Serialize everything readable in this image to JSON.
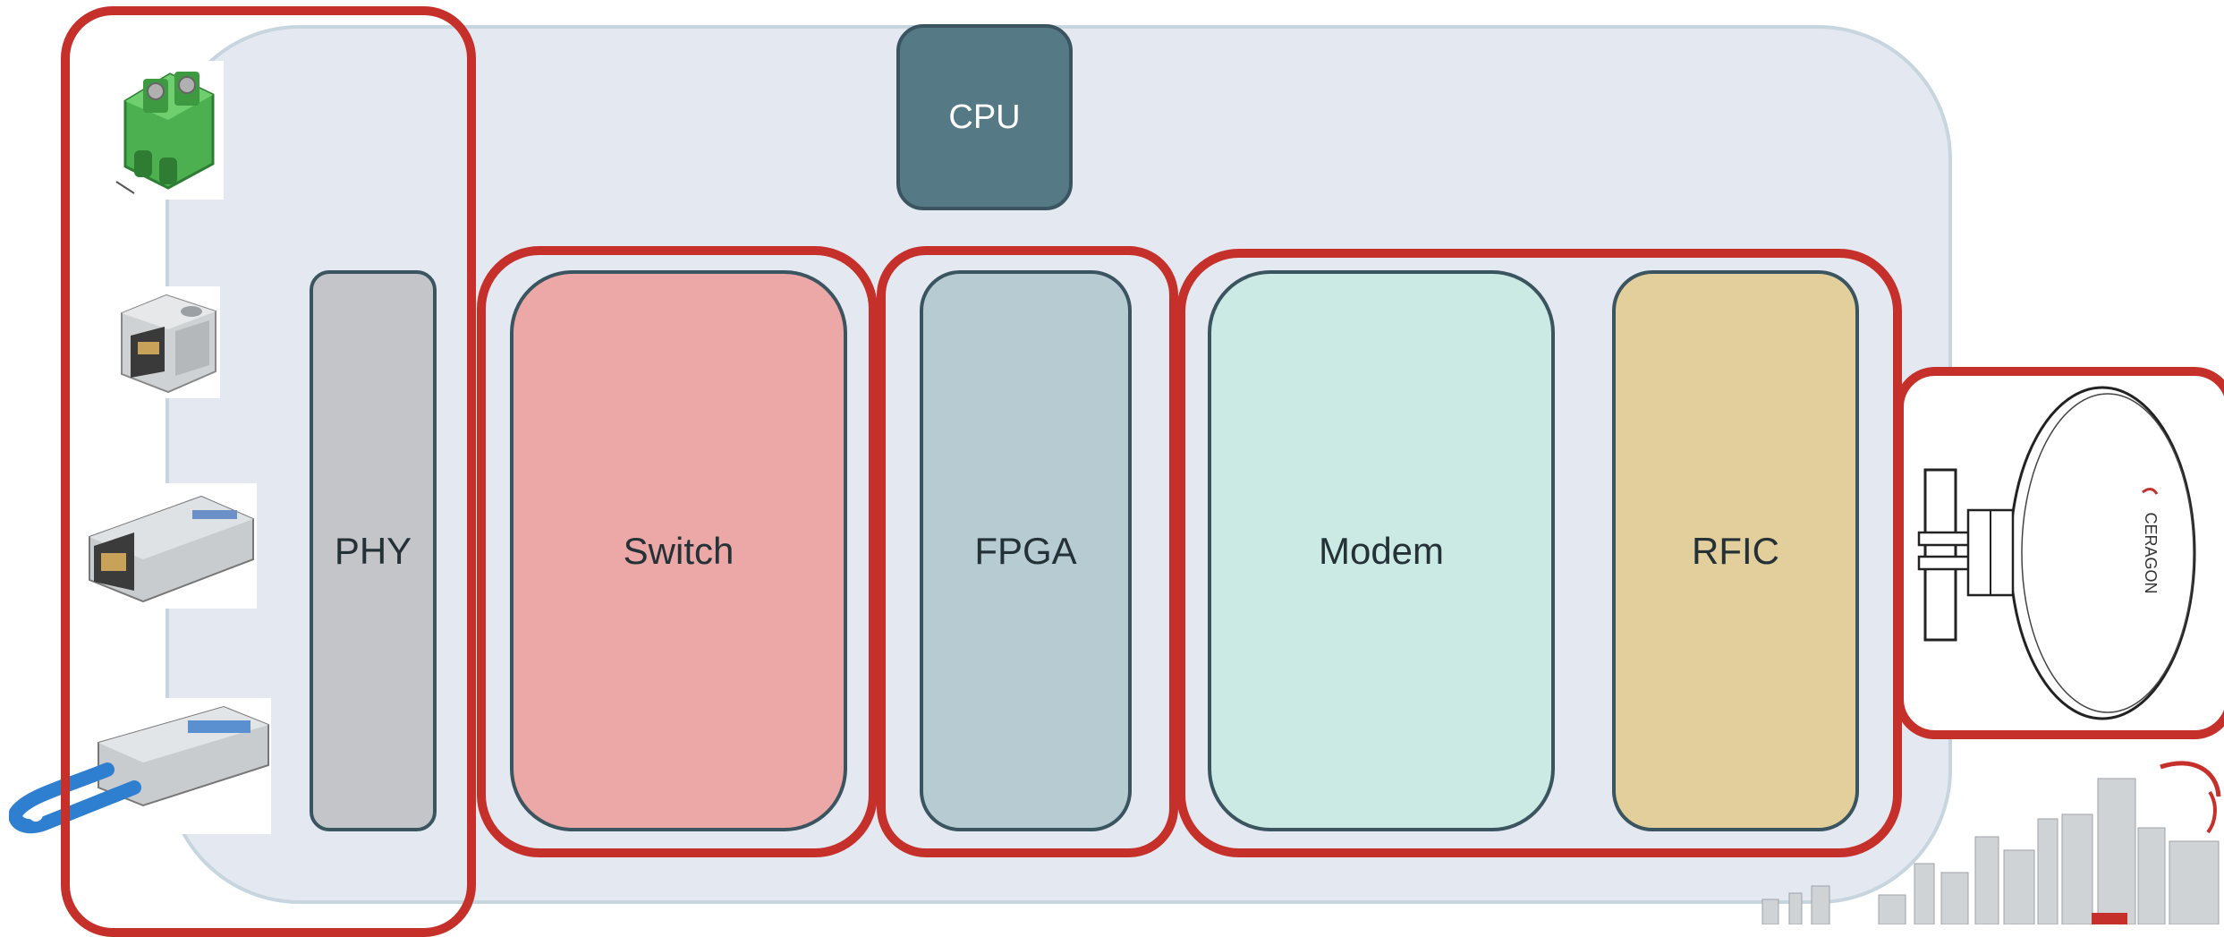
{
  "blocks": {
    "cpu": {
      "label": "CPU",
      "color": "#557a86",
      "text_color": "#ffffff"
    },
    "phy": {
      "label": "PHY",
      "color": "#c4c5c8"
    },
    "switch": {
      "label": "Switch",
      "color": "#eba8a6"
    },
    "fpga": {
      "label": "FPGA",
      "color": "#b7cbd3"
    },
    "modem": {
      "label": "Modem",
      "color": "#cbeae4"
    },
    "rfic": {
      "label": "RFIC",
      "color": "#e3cf9b"
    }
  },
  "connectors": [
    {
      "icon": "terminal-block-connector-icon"
    },
    {
      "icon": "rj45-jack-icon"
    },
    {
      "icon": "sfp-module-icon"
    },
    {
      "icon": "qsfp-module-icon"
    }
  ],
  "antenna": {
    "icon": "dish-antenna-icon",
    "brand": "CERAGON"
  },
  "colors": {
    "outline_red": "#c6302b",
    "board_bg": "#e4e9f1",
    "block_border": "#3b5560"
  }
}
